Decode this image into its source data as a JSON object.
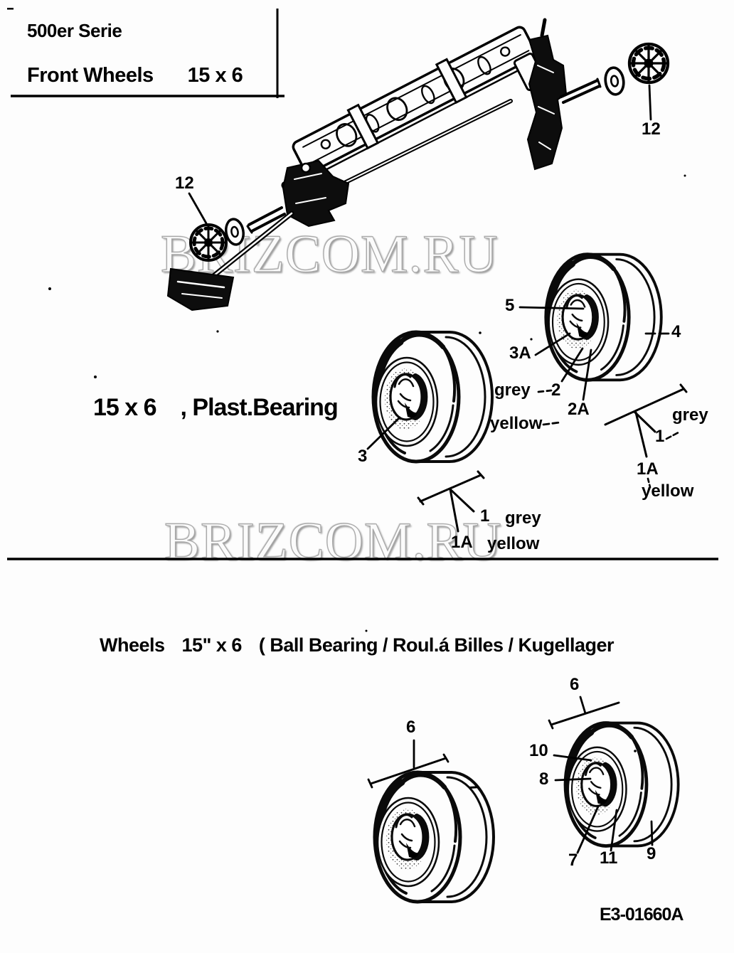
{
  "title_block": {
    "series": "500er Serie",
    "name": "Front Wheels",
    "size": "15 x 6"
  },
  "watermark": {
    "text": "BRIZCOM.RU"
  },
  "axle": {
    "left_callout": "12",
    "right_callout": "12"
  },
  "plast": {
    "heading_size": "15 x 6",
    "heading_rest": ", Plast.Bearing",
    "wheel_left": {
      "n3": "3"
    },
    "wheel_right": {
      "n5": "5",
      "n3a": "3A",
      "grey": "grey",
      "n2": "2",
      "n2a": "2A",
      "yellow": "yellow",
      "n4": "4"
    },
    "legend_left": {
      "n1": "1",
      "grey": "grey",
      "n1a": "1A",
      "yellow": "yellow"
    },
    "legend_right": {
      "n1": "1",
      "grey": "grey",
      "n1a": "1A",
      "yellow": "yellow"
    }
  },
  "ball": {
    "heading_word": "Wheels",
    "heading_size": "15\" x 6",
    "heading_rest": "( Ball Bearing / Roul.á Billes / Kugellager",
    "callouts": {
      "n6_left": "6",
      "n6_right": "6",
      "n10": "10",
      "n8": "8",
      "n7": "7",
      "n11": "11",
      "n9": "9"
    }
  },
  "footer": {
    "doc_code": "E3-01660A"
  },
  "colors": {
    "ink": "#000000",
    "paper": "#fdfdfd",
    "watermark_fill": "#fbfbfb",
    "watermark_shadow": "#9a9a9a"
  }
}
